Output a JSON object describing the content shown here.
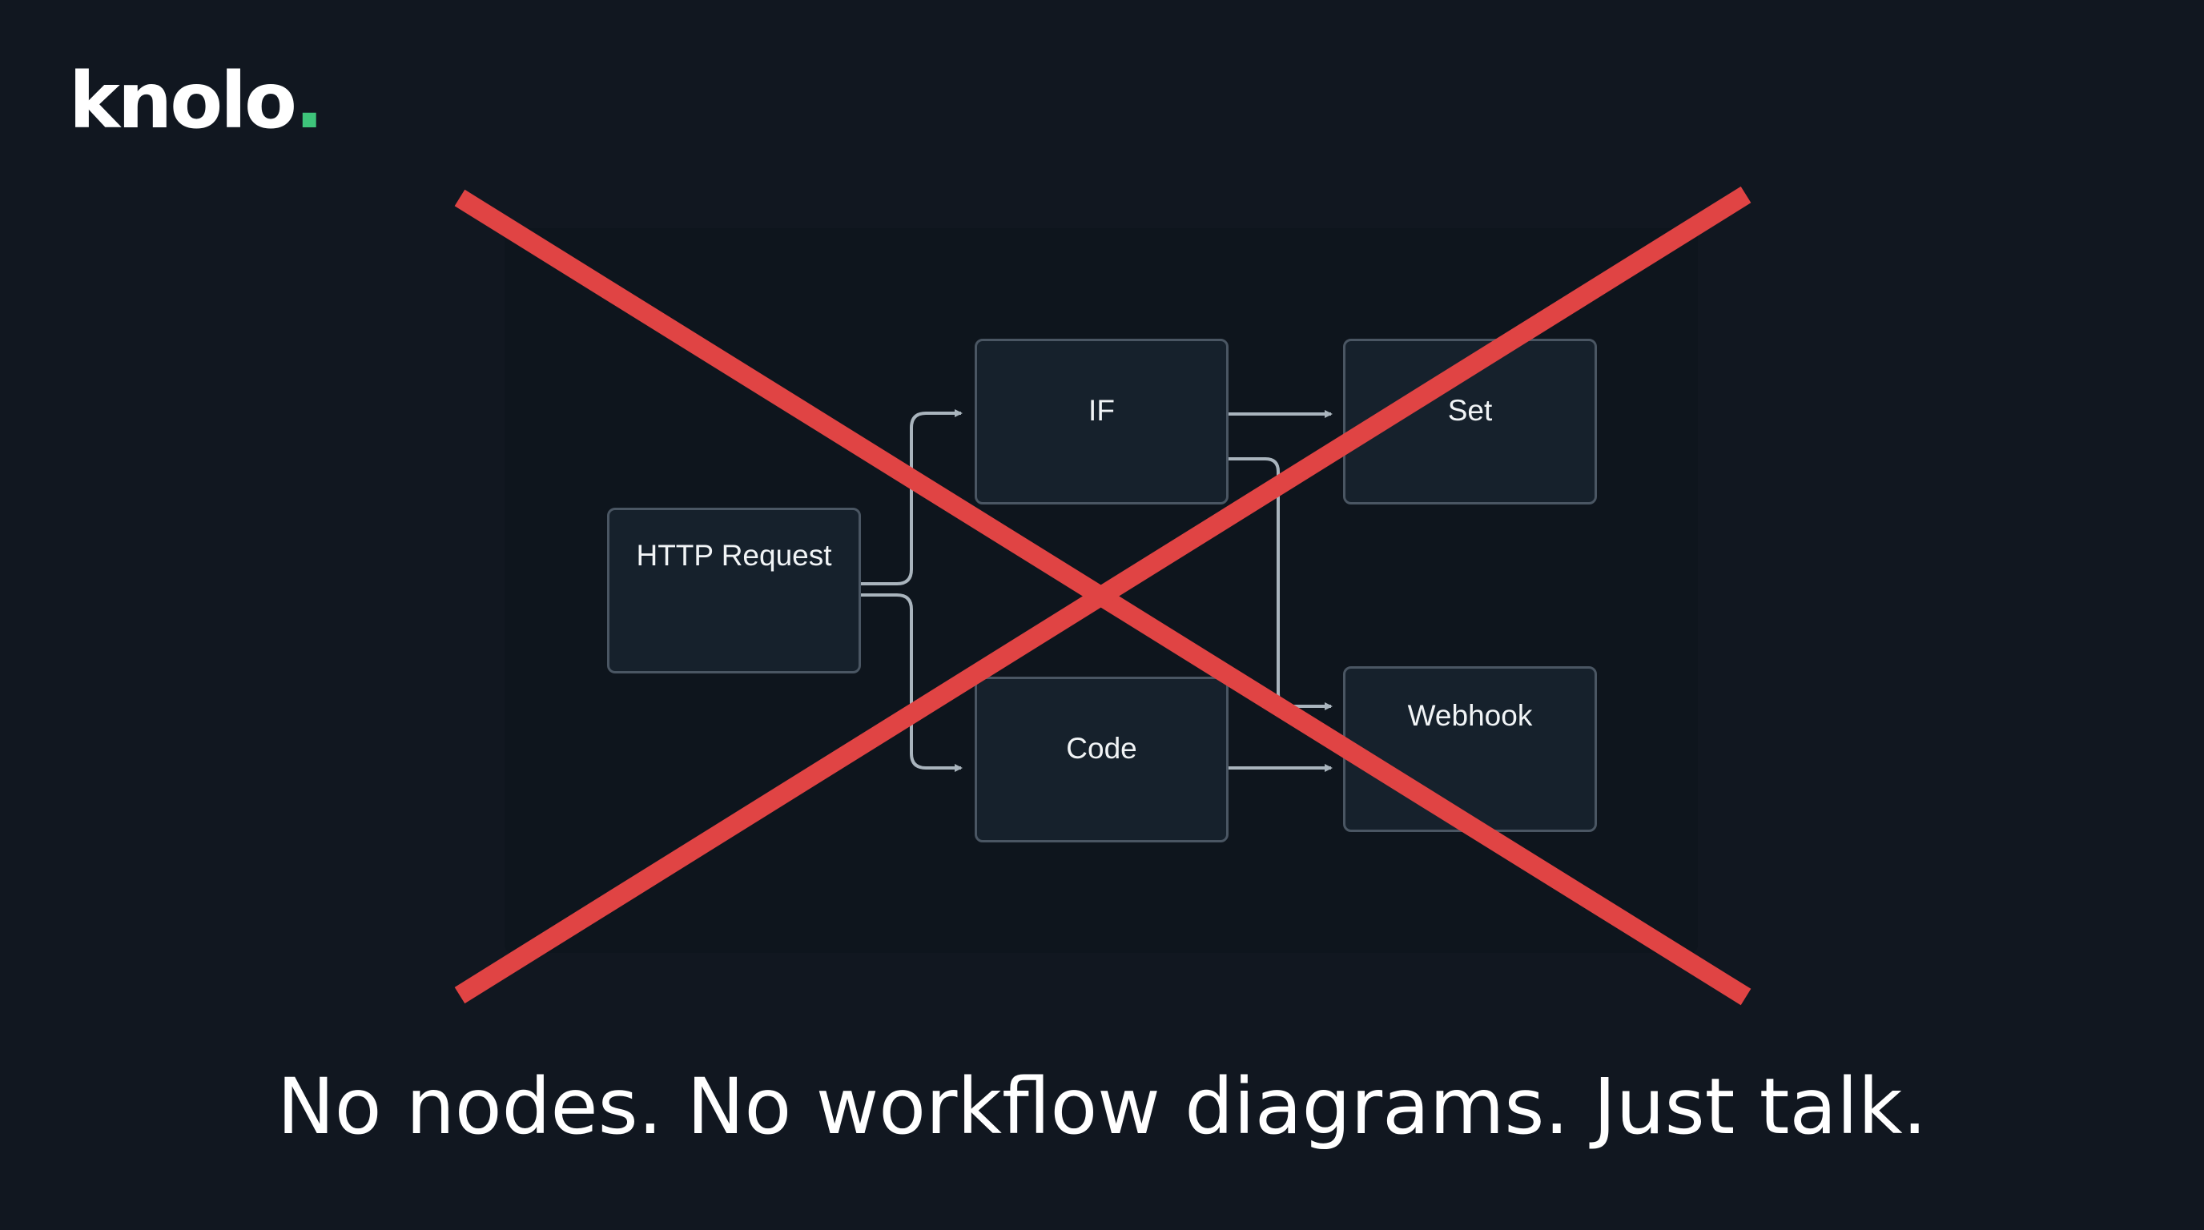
{
  "brand": {
    "name": "knolo",
    "dot": ".",
    "dot_color": "#3ec47a"
  },
  "diagram": {
    "nodes": {
      "http_request": "HTTP Request",
      "if_node": "IF",
      "code": "Code",
      "set": "Set",
      "webhook": "Webhook"
    },
    "edge_color": "#a9b4bd",
    "crossed_out": true,
    "cross_color": "#e04444"
  },
  "caption": "No nodes. No workflow diagrams. Just talk."
}
